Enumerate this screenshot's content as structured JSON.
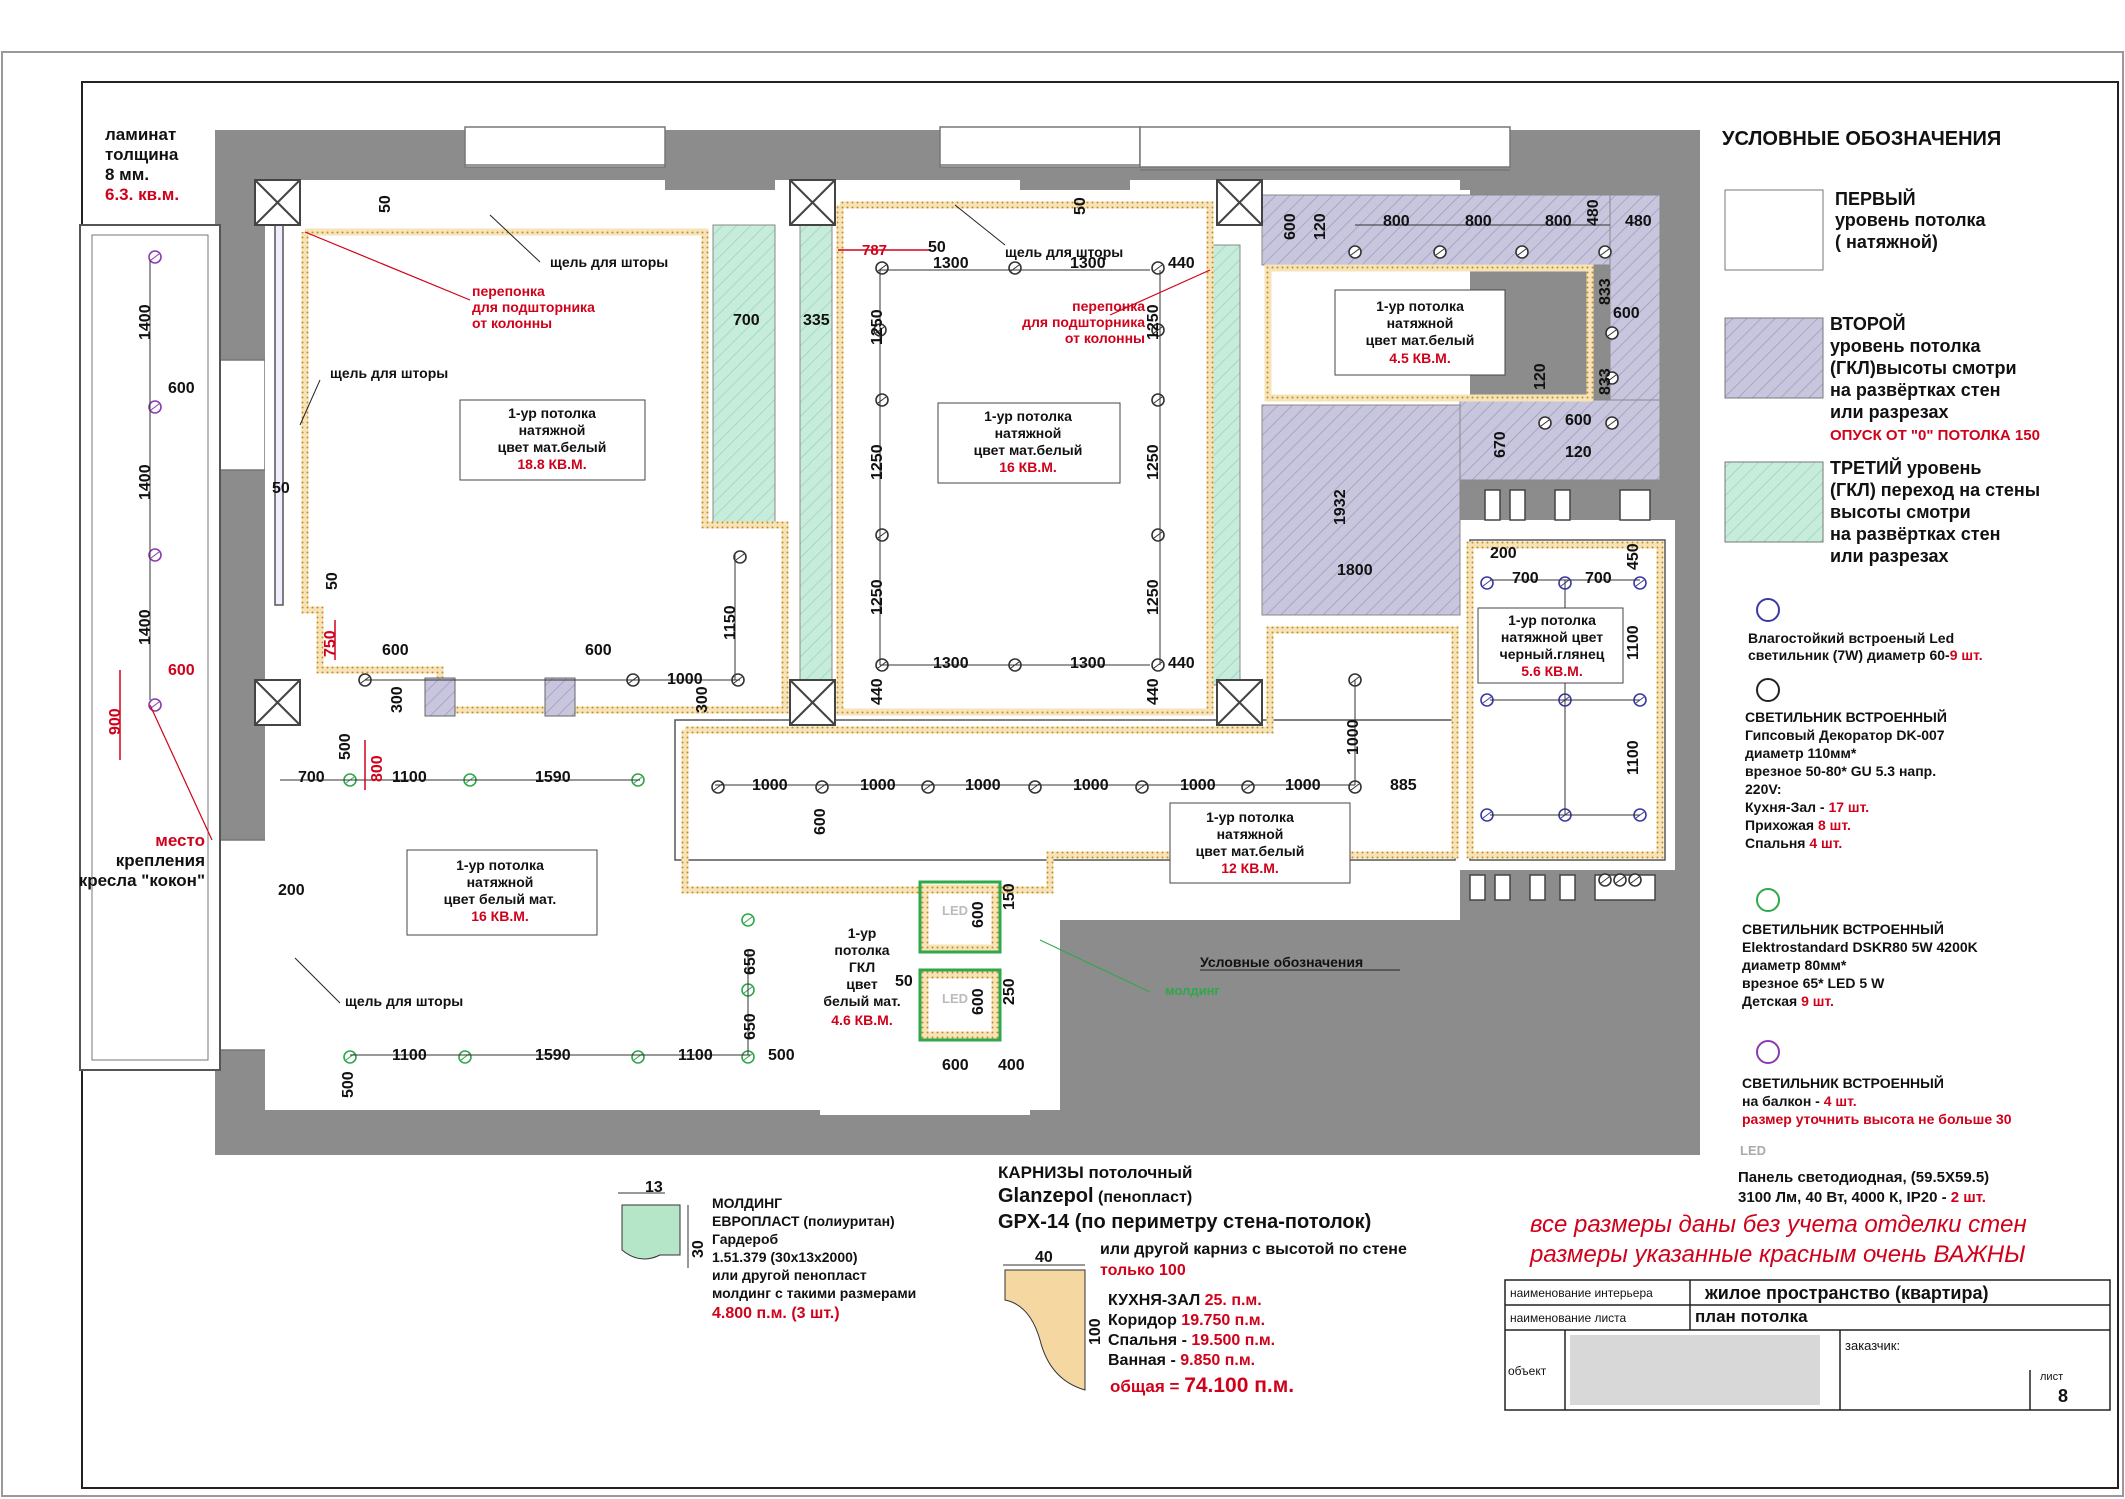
{
  "title_block": {
    "label_interior": "наименование интерьера",
    "value_interior": "жилое пространство (квартира)",
    "label_sheet": "наименование листа",
    "value_sheet": "план потолка",
    "label_object": "объект",
    "label_customer": "заказчик:",
    "label_sheet_no": "лист",
    "sheet_no": "8"
  },
  "legend": {
    "heading": "УСЛОВНЫЕ ОБОЗНАЧЕНИЯ",
    "first_lines": [
      "ПЕРВЫЙ",
      "уровень потолка",
      "( натяжной)"
    ],
    "second_lines": [
      "ВТОРОЙ",
      "уровень потолка",
      "(ГКЛ)высоты смотри",
      "на развёртках стен",
      "или разрезах"
    ],
    "second_note": "ОПУСК ОТ \"0\" ПОТОЛКА 150",
    "third_lines": [
      "ТРЕТИЙ уровень",
      "(ГКЛ) переход на стены",
      "высоты смотри",
      "на развёртках стен",
      "или разрезах"
    ],
    "lamp1_lines": [
      "Влагостойкий встроеный Led",
      "светильник (7W) диаметр 60-"
    ],
    "lamp1_count": "9 шт.",
    "lamp2_lines": [
      "СВЕТИЛЬНИК ВСТРОЕННЫЙ",
      "Гипсовый  Декоратор DK-007",
      "диаметр 110мм*",
      "врезное 50-80* GU 5.3 напр.",
      "220V:"
    ],
    "lamp2_rooms": [
      {
        "room": "Кухня-Зал -  ",
        "count": "17 шт."
      },
      {
        "room": "Прихожая ",
        "count": "8 шт."
      },
      {
        "room": "Спальня ",
        "count": "4 шт."
      }
    ],
    "lamp3_lines": [
      "СВЕТИЛЬНИК ВСТРОЕННЫЙ",
      "Elektrostandard DSKR80 5W 4200K",
      "диаметр 80мм*",
      "врезное 65* LED 5 W"
    ],
    "lamp3_room": "Детская ",
    "lamp3_count": "9 шт.",
    "lamp4_lines": [
      "СВЕТИЛЬНИК ВСТРОЕННЫЙ",
      "на балкон - "
    ],
    "lamp4_count": "4 шт.",
    "lamp4_note": "размер уточнить высота не больше 30",
    "led_label": "LED",
    "panel_lines": [
      "Панель светодиодная, (59.5X59.5)",
      "3100 Лм, 40 Вт, 4000 К, IP20 - "
    ],
    "panel_count": "2 шт."
  },
  "notes": {
    "italic1": "все размеры даны без учета  отделки стен",
    "italic2": "размеры указанные красным очень ВАЖНЫ",
    "legend_small": "Условные обозначения",
    "molding_callout": "молдинг"
  },
  "balcony": {
    "laminate_lines": [
      "ламинат",
      "толщина",
      "8 мм."
    ],
    "laminate_area": "6.3. кв.м.",
    "kokon_lines": [
      "место",
      "крепления",
      "кресла \"кокон\""
    ]
  },
  "rooms": [
    {
      "l1": "1-ур потолка",
      "l2": "натяжной",
      "l3": "цвет мат.белый",
      "area": "18.8 КВ.М."
    },
    {
      "l1": "1-ур потолка",
      "l2": "натяжной",
      "l3": "цвет мат.белый",
      "area": "16 КВ.М."
    },
    {
      "l1": "1-ур потолка",
      "l2": "натяжной",
      "l3": "цвет мат.белый",
      "area": "4.5 КВ.М."
    },
    {
      "l1": "1-ур потолка",
      "l2": "натяжной  цвет",
      "l3": "черный.глянец",
      "area": "5.6 КВ.М."
    },
    {
      "l1": "1-ур потолка",
      "l2": "натяжной",
      "l3": "цвет мат.белый",
      "area": "12 КВ.М."
    },
    {
      "l1": "1-ур потолка",
      "l2": "натяжной",
      "l3": "цвет белый мат.",
      "area": "16 КВ.М."
    }
  ],
  "bath": {
    "lines": [
      "1-ур",
      "потолка",
      "ГКЛ",
      "цвет",
      "белый мат."
    ],
    "area": "4.6 КВ.М."
  },
  "plan_labels": {
    "curtain_gap": "щель для шторы",
    "partition_lines": [
      "перепонка",
      "для подшторника",
      "от колонны"
    ],
    "led": "LED"
  },
  "dims": {
    "d50": "50",
    "d700": "700",
    "d335": "335",
    "d600": "600",
    "d750": "750",
    "d300": "300",
    "d1000": "1000",
    "d1150": "1150",
    "d787": "787",
    "d1300": "1300",
    "d440": "440",
    "d1250": "1250",
    "d800": "800",
    "d480": "480",
    "d120": "120",
    "d833": "833",
    "d670": "670",
    "d1932": "1932",
    "d1800": "1800",
    "d200": "200",
    "d450": "450",
    "d1100": "1100",
    "d885": "885",
    "d1590": "1590",
    "d500": "500",
    "d650": "650",
    "d150": "150",
    "d250": "250",
    "d400": "400",
    "d1400": "1400",
    "d900": "900"
  },
  "molding": {
    "lines": [
      "МОЛДИНГ",
      "ЕВРОПЛАСТ (полиуритан)",
      "Гардероб",
      "1.51.379 (30x13x2000)",
      "или другой пенопласт",
      "молдинг с такими размерами"
    ],
    "total": "4.800 п.м. (3 шт.)",
    "dim_w": "13",
    "dim_h": "30"
  },
  "cornice": {
    "title": "КАРНИЗЫ потолочный",
    "brand": "Glanzepol",
    "brand_note": " (пенопласт)",
    "model": "GPX-14",
    "model_note": "  (по периметру стена-потолок)",
    "alt": "или другой карниз с высотой по стене",
    "alt_red": "только 100",
    "dim_w": "40",
    "dim_h": "100",
    "items": [
      {
        "name": "КУХНЯ-ЗАЛ ",
        "val": "25. п.м."
      },
      {
        "name": "Коридор ",
        "val": "19.750 п.м."
      },
      {
        "name": "Спальня - ",
        "val": "19.500 п.м."
      },
      {
        "name": "Ванная - ",
        "val": "9.850 п.м."
      }
    ],
    "total_label": "общая = ",
    "total_value": "74.100 п.м."
  },
  "colors": {
    "wall": "#8c8c8c",
    "level2": "#c8c6dd",
    "level3": "#c8ecdc",
    "cornice": "#e8b96a",
    "red": "#d0021b",
    "lamp_blue": "#3a3aa0",
    "lamp_green": "#2ea84a",
    "lamp_purple": "#8c3ab0"
  }
}
